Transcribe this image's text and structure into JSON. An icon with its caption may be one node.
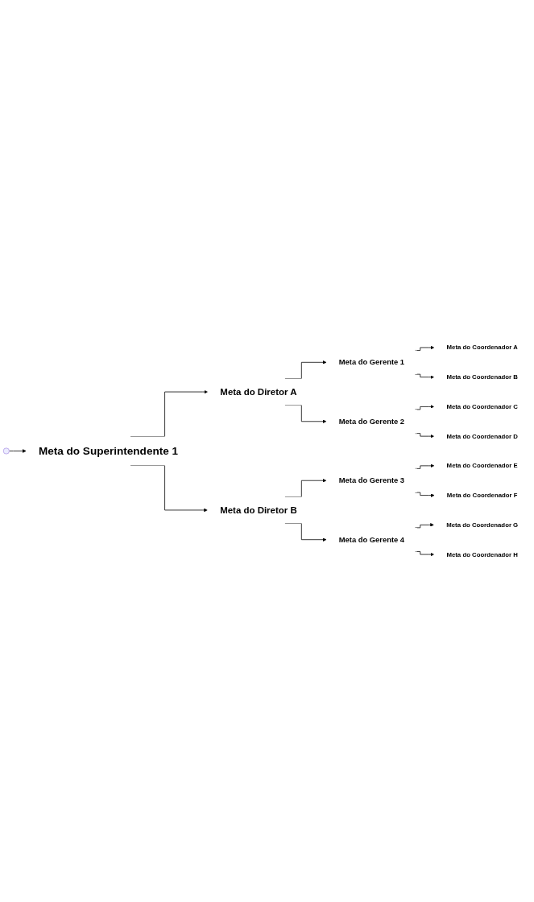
{
  "diagram": {
    "nodes": [
      {
        "text": [
          "Meta do Superintendente 1"
        ]
      },
      {
        "text": [
          "Meta do Diretor A"
        ]
      },
      {
        "text": [
          "Meta do Gerente 1"
        ]
      },
      {
        "text": [
          "Meta do Coordenador A"
        ]
      },
      {
        "text": [
          "Meta do Coordenador B"
        ]
      },
      {
        "text": [
          "Meta do Gerente 2"
        ]
      },
      {
        "text": [
          "Meta do Coordenador C"
        ]
      },
      {
        "text": [
          "Meta do Coordenador D"
        ]
      },
      {
        "text": [
          "Meta do Diretor B"
        ]
      },
      {
        "text": [
          "Meta do Gerente 3"
        ]
      },
      {
        "text": [
          "Meta do Coordenador E"
        ]
      },
      {
        "text": [
          "Meta do Coordenador F"
        ]
      },
      {
        "text": [
          "Meta do Gerente 4"
        ]
      },
      {
        "text": [
          "Meta do Coordenador G"
        ]
      },
      {
        "text": [
          "Meta do Coordenador H"
        ]
      }
    ],
    "edges": [
      {
        "from": null,
        "to": 0,
        "arrow": "to"
      },
      {
        "from": 0,
        "to": 1,
        "arrow": "to"
      },
      {
        "from": 1,
        "to": 2,
        "arrow": "to"
      },
      {
        "from": 2,
        "to": 3,
        "arrow": "to"
      },
      {
        "from": 2,
        "to": 4,
        "arrow": "to"
      },
      {
        "from": 1,
        "to": 5,
        "arrow": "to"
      },
      {
        "from": 5,
        "to": 6,
        "arrow": "to"
      },
      {
        "from": 5,
        "to": 7,
        "arrow": "to"
      },
      {
        "from": 0,
        "to": 8,
        "arrow": "to"
      },
      {
        "from": 8,
        "to": 9,
        "arrow": "to"
      },
      {
        "from": 9,
        "to": 10,
        "arrow": "to"
      },
      {
        "from": 9,
        "to": 11,
        "arrow": "to"
      },
      {
        "from": 8,
        "to": 12,
        "arrow": "to"
      },
      {
        "from": 12,
        "to": 13,
        "arrow": "to"
      },
      {
        "from": 12,
        "to": 14,
        "arrow": "to"
      }
    ]
  }
}
